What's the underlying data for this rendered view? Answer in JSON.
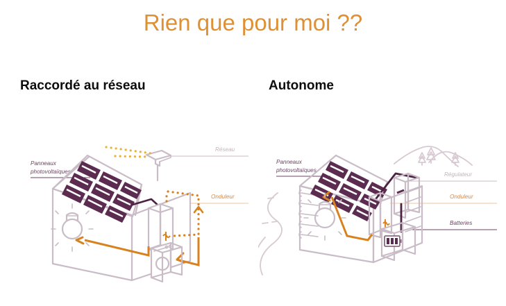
{
  "slide": {
    "title": "Rien que pour moi ??",
    "title_color": "#DD9134",
    "background_color": "#FFFFFF"
  },
  "columns": [
    {
      "id": "grid-connected",
      "heading": "Raccordé au réseau",
      "diagram": {
        "name": "grid-tied-solar-house",
        "labels": [
          {
            "id": "panels",
            "text_line1": "Panneaux",
            "text_line2": "photovoltaïques",
            "color": "#6E4264",
            "side": "left"
          },
          {
            "id": "reseau",
            "text_line1": "Réseau",
            "text_line2": "",
            "color": "#C3B4BE",
            "side": "right"
          },
          {
            "id": "onduleur",
            "text_line1": "Onduleur",
            "text_line2": "",
            "color": "#E08A42",
            "side": "right"
          }
        ],
        "appliances": [
          "light-bulb",
          "washing-machine"
        ],
        "equipment": [
          "solar-panels",
          "inverter",
          "utility-meter"
        ]
      }
    },
    {
      "id": "autonomous",
      "heading": "Autonome",
      "diagram": {
        "name": "off-grid-solar-house",
        "labels": [
          {
            "id": "panels",
            "text_line1": "Panneaux",
            "text_line2": "photovoltaïques",
            "color": "#6E4264",
            "side": "left"
          },
          {
            "id": "regulateur",
            "text_line1": "Régulateur",
            "text_line2": "",
            "color": "#C3B4BE",
            "side": "right"
          },
          {
            "id": "onduleur",
            "text_line1": "Onduleur",
            "text_line2": "",
            "color": "#E08A42",
            "side": "right"
          },
          {
            "id": "batteries",
            "text_line1": "Batteries",
            "text_line2": "",
            "color": "#6E4264",
            "side": "right"
          }
        ],
        "appliances": [
          "light-bulb"
        ],
        "equipment": [
          "solar-panels",
          "inverter",
          "charge-regulator",
          "battery-bank"
        ],
        "scenery": [
          "mountains",
          "pine-trees",
          "winding-road"
        ]
      }
    }
  ],
  "palette": {
    "panel_purple": "#5B2B50",
    "outline_mauve": "#C9BCC6",
    "accent_orange": "#D8821F",
    "label_gray": "#C3B4BE",
    "label_purple": "#6E4264",
    "dotted_yellow": "#E8B33C"
  }
}
